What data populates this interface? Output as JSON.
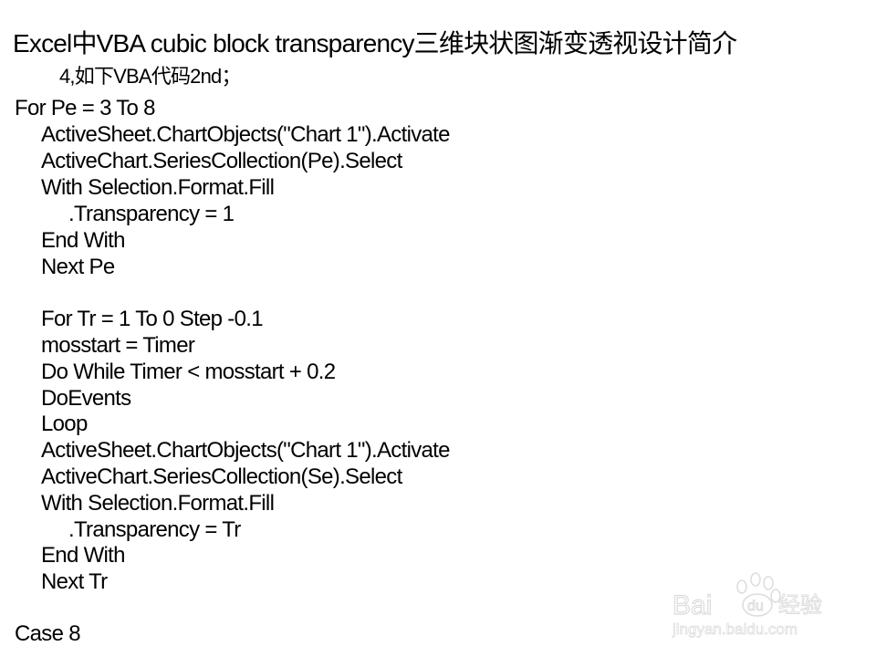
{
  "title": "Excel中VBA cubic block transparency三维块状图渐变透视设计简介",
  "subtitle": "4,如下VBA代码2nd；",
  "code": {
    "lines": [
      {
        "text": "For Pe = 3 To 8"
      },
      {
        "text": "ActiveSheet.ChartObjects(\"Chart 1\").Activate"
      },
      {
        "text": "ActiveChart.SeriesCollection(Pe).Select"
      },
      {
        "text": "With Selection.Format.Fill"
      },
      {
        "text": ".Transparency = 1"
      },
      {
        "text": "End With"
      },
      {
        "text": "Next Pe"
      },
      {
        "text": "For Tr = 1 To 0 Step -0.1"
      },
      {
        "text": "mosstart = Timer"
      },
      {
        "text": "Do While Timer < mosstart + 0.2"
      },
      {
        "text": "DoEvents"
      },
      {
        "text": "Loop"
      },
      {
        "text": "ActiveSheet.ChartObjects(\"Chart 1\").Activate"
      },
      {
        "text": "ActiveChart.SeriesCollection(Se).Select"
      },
      {
        "text": "With Selection.Format.Fill"
      },
      {
        "text": ".Transparency = Tr"
      },
      {
        "text": "End With"
      },
      {
        "text": "Next Tr"
      },
      {
        "text": "Case 8"
      }
    ]
  },
  "watermark": {
    "brand": "Baidu经验",
    "url": "jingyan.baidu.com",
    "color": "#e0e0e0"
  }
}
